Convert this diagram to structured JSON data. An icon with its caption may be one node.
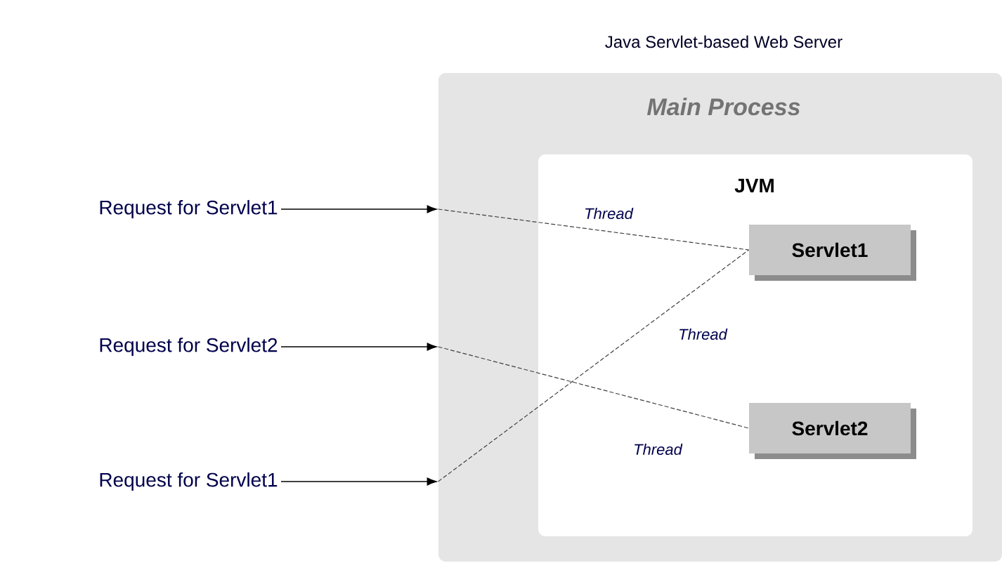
{
  "diagram": {
    "nodes": [
      {
        "text": [
          "Java Servlet-based Web Server",
          "Main Process"
        ]
      },
      {
        "text": [
          "JVM"
        ],
        "in": 0
      },
      {
        "text": [
          "Servlet1"
        ],
        "in": 1
      },
      {
        "text": [
          "Servlet2"
        ],
        "in": 1
      },
      {
        "text": [
          "Request for Servlet1"
        ]
      },
      {
        "text": [
          "Request for Servlet2"
        ]
      },
      {
        "text": [
          "Request for Servlet1"
        ]
      }
    ],
    "edges": [
      {
        "from": 4,
        "to": 0,
        "arrow": "to"
      },
      {
        "from": 5,
        "to": 0,
        "arrow": "to"
      },
      {
        "from": 6,
        "to": 0,
        "arrow": "to"
      },
      {
        "from": 0,
        "to": 2,
        "arrow": "none",
        "label": "Thread",
        "style": "dashed"
      },
      {
        "from": 0,
        "to": 3,
        "arrow": "none",
        "label": "Thread",
        "style": "dashed"
      },
      {
        "from": 0,
        "to": 2,
        "arrow": "none",
        "label": "Thread",
        "style": "dashed"
      }
    ]
  }
}
